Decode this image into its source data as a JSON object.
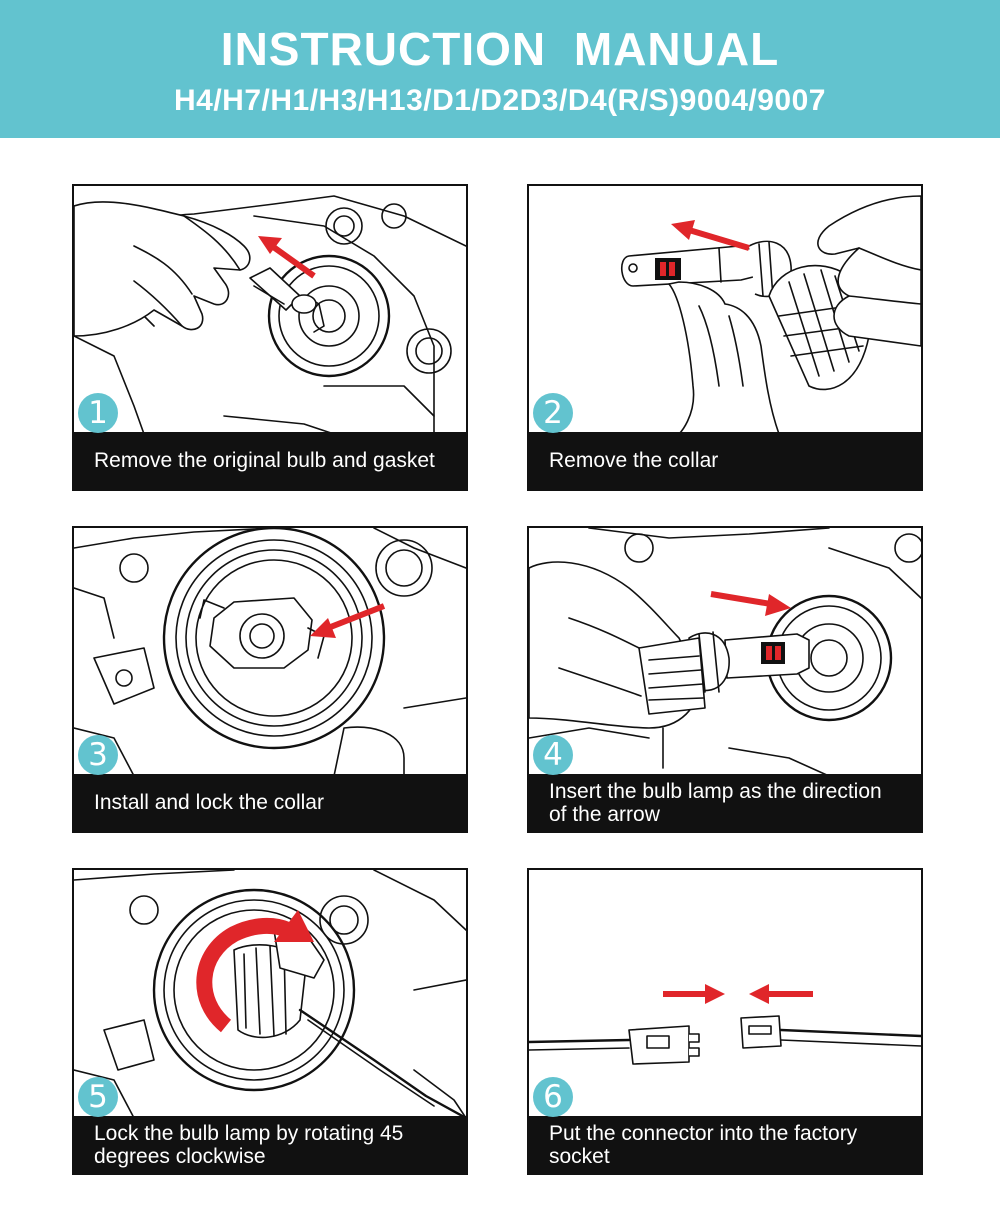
{
  "header": {
    "title": "INSTRUCTION  MANUAL",
    "subtitle": "H4/H7/H1/H3/H13/D1/D2D3/D4(R/S)9004/9007",
    "background_color": "#62c3cf"
  },
  "accent_color": "#e0262a",
  "steps": [
    {
      "number": "1",
      "caption": "Remove the original bulb and gasket"
    },
    {
      "number": "2",
      "caption": "Remove the collar"
    },
    {
      "number": "3",
      "caption": "Install and lock the collar"
    },
    {
      "number": "4",
      "caption": "Insert the bulb lamp as the direction of the arrow"
    },
    {
      "number": "5",
      "caption": "Lock the bulb lamp by rotating 45 degrees clockwise"
    },
    {
      "number": "6",
      "caption": "Put the connector into the factory socket"
    }
  ]
}
